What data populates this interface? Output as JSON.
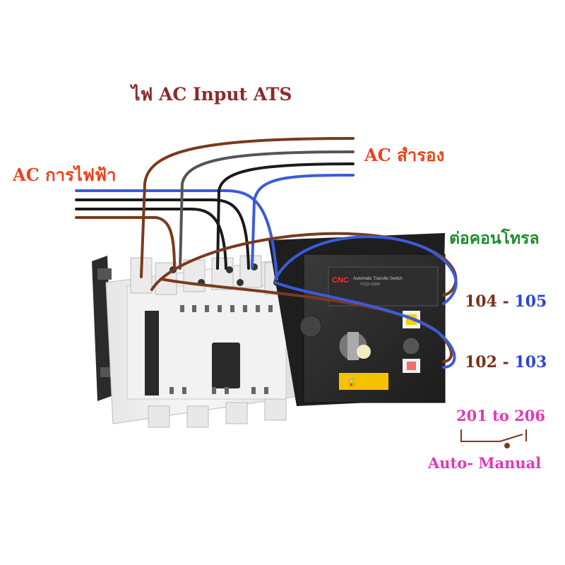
{
  "title": "ไฟ AC Input  ATS",
  "labels": {
    "grid_source": "AC การไฟฟ้า",
    "backup_source": "AC  สำรอง",
    "control": "ต่อคอนโทรล",
    "terminal_104": "104",
    "terminal_105": "105",
    "terminal_102": "102",
    "terminal_103": "103",
    "terminal_separator": " - ",
    "range_201_206": "201 to 206",
    "auto_manual": "Auto- Manual"
  },
  "device": {
    "brand": "CNC",
    "panel_title": "Automatic Transfer Switch",
    "model": "YCQ1-100/4"
  },
  "colors": {
    "wire_brown": "#7a3a1c",
    "wire_black": "#1a1a1a",
    "wire_blue": "#3b5bdb",
    "title": "#8b2a2a",
    "source_labels": "#e8431c",
    "control_label": "#1f8c2d",
    "pink_labels": "#e238b8"
  }
}
